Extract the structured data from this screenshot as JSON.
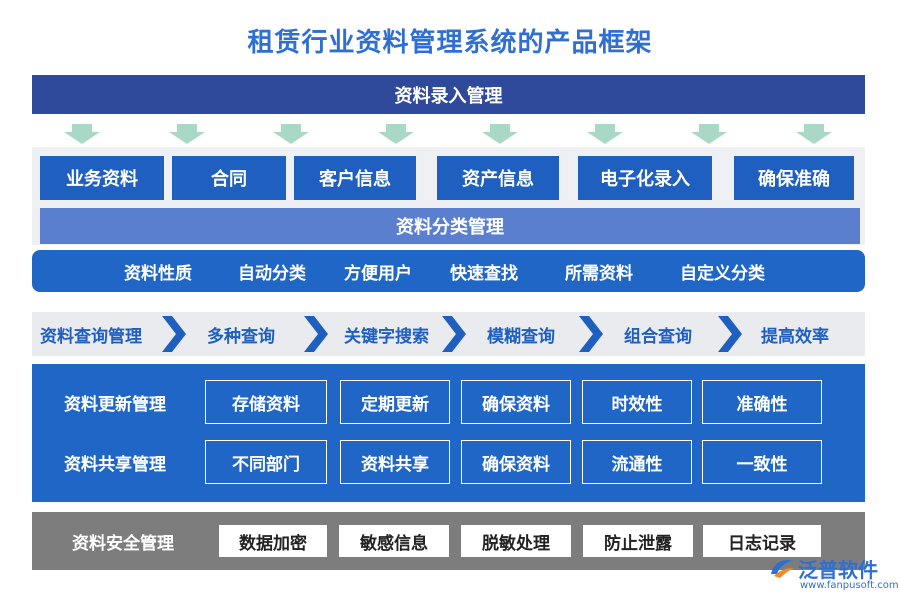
{
  "title": "租赁行业资料管理系统的产品框架",
  "entry": {
    "header": "资料录入管理",
    "items": [
      "业务资料",
      "合同",
      "客户信息",
      "资产信息",
      "电子化录入",
      "确保准确"
    ]
  },
  "classification": {
    "header": "资料分类管理",
    "items": [
      "资料性质",
      "自动分类",
      "方便用户",
      "快速查找",
      "所需资料",
      "自定义分类"
    ]
  },
  "query": {
    "items": [
      "资料查询管理",
      "多种查询",
      "关键字搜索",
      "模糊查询",
      "组合查询",
      "提高效率"
    ]
  },
  "update": {
    "label": "资料更新管理",
    "items": [
      "存储资料",
      "定期更新",
      "确保资料",
      "时效性",
      "准确性"
    ]
  },
  "share": {
    "label": "资料共享管理",
    "items": [
      "不同部门",
      "资料共享",
      "确保资料",
      "流通性",
      "一致性"
    ]
  },
  "security": {
    "label": "资料安全管理",
    "items": [
      "数据加密",
      "敏感信息",
      "脱敏处理",
      "防止泄露",
      "日志记录"
    ]
  },
  "logo": {
    "name": "泛普软件",
    "url": "www.fanpusoft.com"
  },
  "colors": {
    "title": "#2f6fd1",
    "dark_band": "#2f4a9a",
    "primary_blue": "#1f66c6",
    "light_band": "#5b7fcf",
    "arrow_green": "#a9d9c6",
    "gray": "#7d7d7d"
  }
}
